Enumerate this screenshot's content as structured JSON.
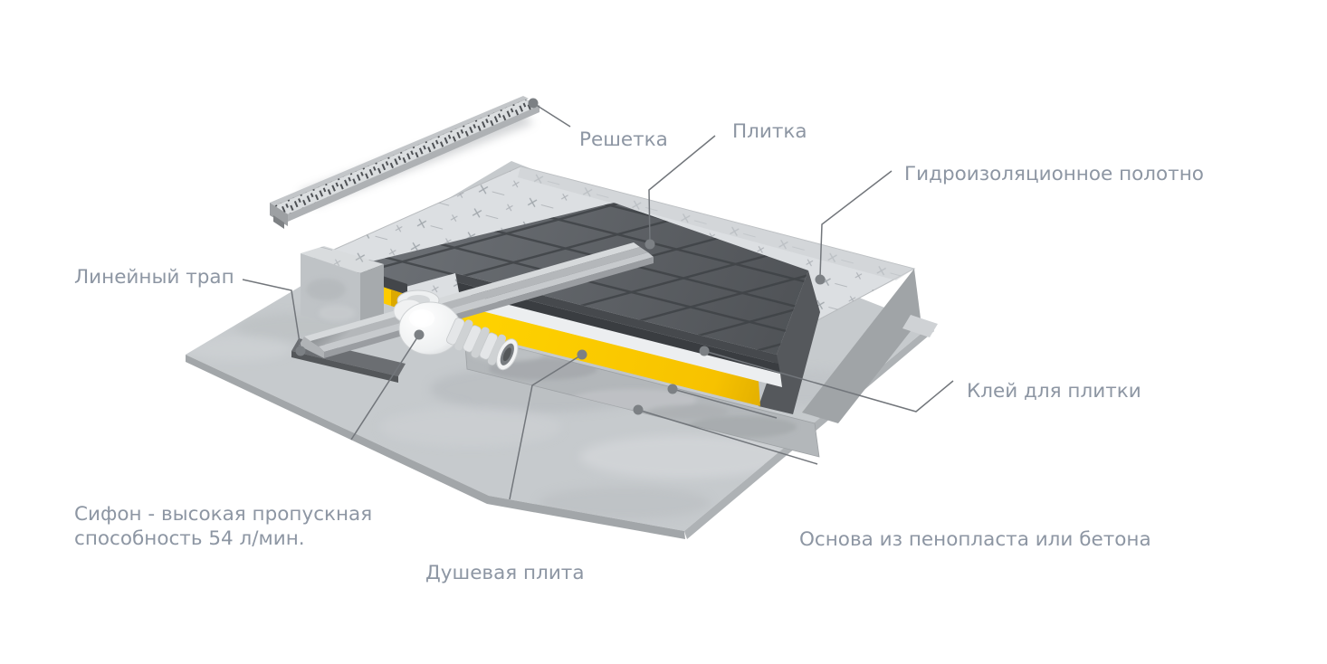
{
  "figure": {
    "type": "exploded isometric installation diagram of a linear shower drain",
    "labels": {
      "grate": {
        "text": "Решетка"
      },
      "tile": {
        "text": "Плитка"
      },
      "membrane": {
        "text": "Гидроизоляционное полотно"
      },
      "trap": {
        "text": "Линейный трап"
      },
      "adhesive": {
        "text": "Клей для плитки"
      },
      "siphon": {
        "lines": [
          "Сифон - высокая пропускная",
          "способность 54 л/мин."
        ]
      },
      "board": {
        "text": "Душевая плита"
      },
      "base": {
        "text": "Основа из пенопласта или бетона"
      }
    },
    "colors": {
      "background": "#ffffff",
      "label_text": "#8d96a3",
      "leader_line": "#72767b",
      "leader_dot": "#7c8084",
      "tile": "#5e6266",
      "tile_joint": "#3e4145",
      "tile_adhesive": "#3a3d41",
      "membrane_sheet": "#dcdfe2",
      "membrane_edge": "#eceef0",
      "board_yellow": "#fecb00",
      "concrete_base": "#b3b7ba",
      "floor_slab": "#c6cacd",
      "grate_metal": "#d9dcde",
      "siphon_white": "#f1f2f3"
    }
  }
}
